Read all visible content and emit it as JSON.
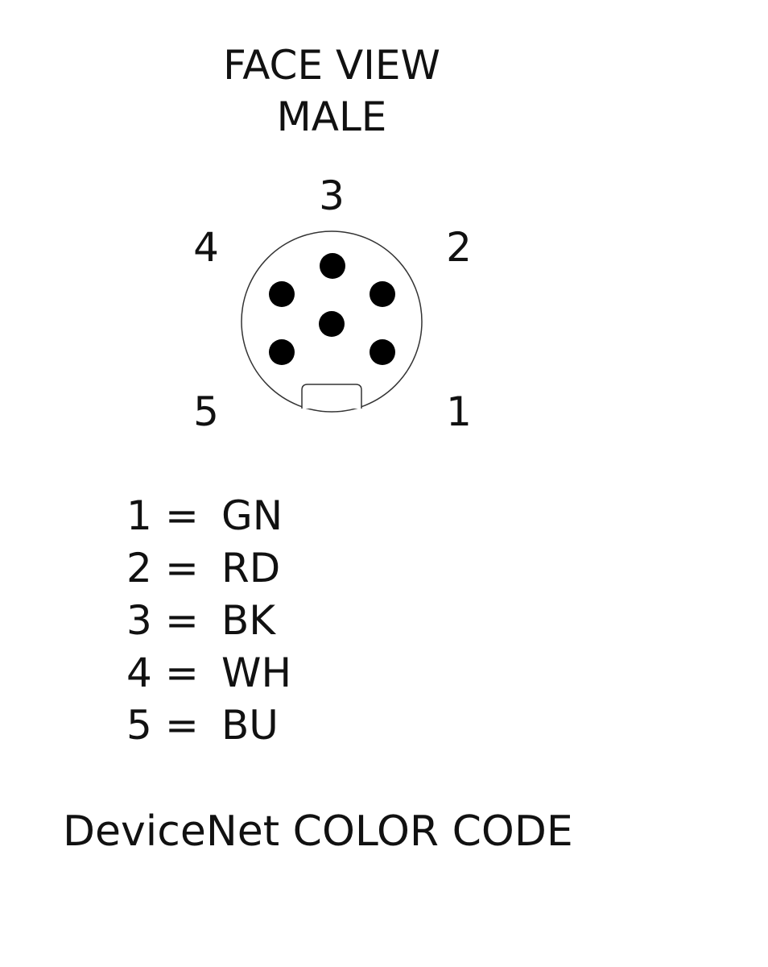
{
  "title": {
    "line1": "FACE VIEW",
    "line2": "MALE"
  },
  "connector": {
    "pin_labels": [
      "1",
      "2",
      "3",
      "4",
      "5"
    ]
  },
  "legend": [
    {
      "pin": "1",
      "eq": "=",
      "color": "GN"
    },
    {
      "pin": "2",
      "eq": "=",
      "color": "RD"
    },
    {
      "pin": "3",
      "eq": "=",
      "color": "BK"
    },
    {
      "pin": "4",
      "eq": "=",
      "color": "WH"
    },
    {
      "pin": "5",
      "eq": "=",
      "color": "BU"
    }
  ],
  "caption": "DeviceNet COLOR CODE"
}
